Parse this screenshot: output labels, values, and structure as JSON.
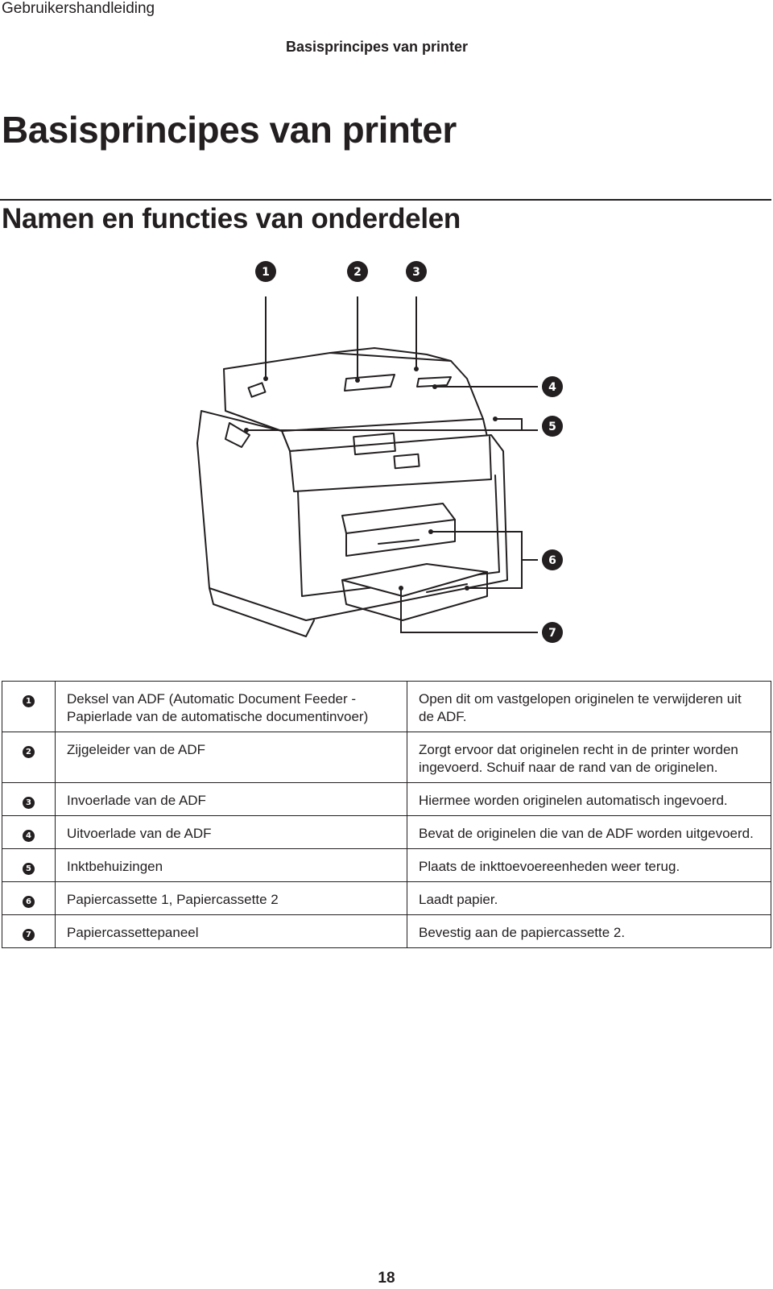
{
  "header": {
    "running_title": "Gebruikershandleiding",
    "section_title": "Basisprincipes van printer"
  },
  "main": {
    "title": "Basisprincipes van printer",
    "subtitle": "Namen en functies van onderdelen"
  },
  "figure": {
    "callouts": [
      "1",
      "2",
      "3",
      "4",
      "5",
      "6",
      "7"
    ]
  },
  "parts_table": {
    "rows": [
      {
        "num": "1",
        "name": "Deksel van ADF (Automatic Document Feeder - Papierlade van de automatische documentinvoer)",
        "description": "Open dit om vastgelopen originelen te verwijderen uit de ADF."
      },
      {
        "num": "2",
        "name": "Zijgeleider van de ADF",
        "description": "Zorgt ervoor dat originelen recht in de printer worden ingevoerd. Schuif naar de rand van de originelen."
      },
      {
        "num": "3",
        "name": "Invoerlade van de ADF",
        "description": "Hiermee worden originelen automatisch ingevoerd."
      },
      {
        "num": "4",
        "name": "Uitvoerlade van de ADF",
        "description": "Bevat de originelen die van de ADF worden uitgevoerd."
      },
      {
        "num": "5",
        "name": "Inktbehuizingen",
        "description": "Plaats de inkttoevoereenheden weer terug."
      },
      {
        "num": "6",
        "name": "Papiercassette 1, Papiercassette 2",
        "description": "Laadt papier."
      },
      {
        "num": "7",
        "name": "Papiercassettepaneel",
        "description": "Bevestig aan de papiercassette 2."
      }
    ]
  },
  "footer": {
    "page_number": "18"
  }
}
